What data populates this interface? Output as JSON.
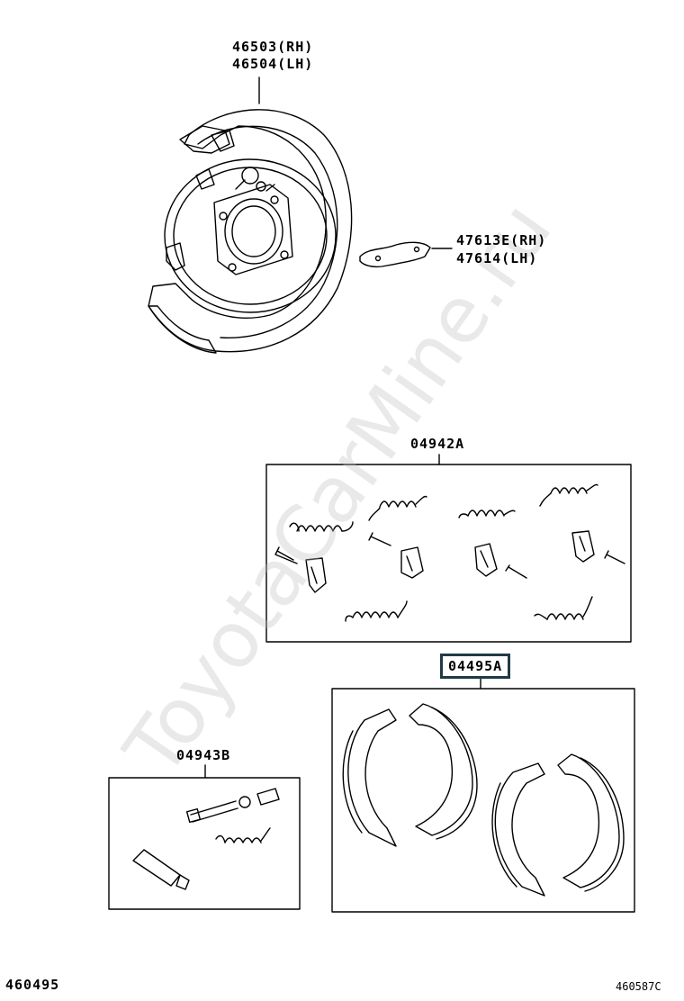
{
  "watermark": "ToyotaCarMine.ru",
  "labels": {
    "backing_plate_rh": "46503(RH)",
    "backing_plate_lh": "46504(LH)",
    "bracket_rh": "47613E(RH)",
    "bracket_lh": "47614(LH)",
    "spring_kit": "04942A",
    "shoe_kit": "04495A",
    "adjuster_kit": "04943B",
    "footer_left": "460495",
    "footer_right": "460587C"
  },
  "highlight_color": "#1f3b45"
}
